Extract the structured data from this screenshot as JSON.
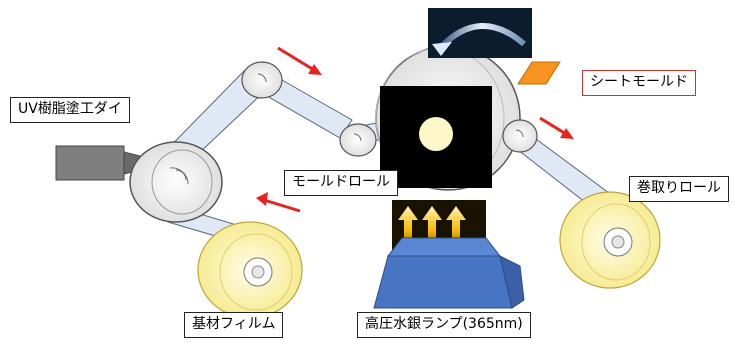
{
  "labels": {
    "uv_die": "UV樹脂塗工ダイ",
    "sheet_mold": "シートモールド",
    "mold_roll": "モールドロール",
    "winding_roll": "巻取りロール",
    "base_film": "基材フィルム",
    "lamp": "高圧水銀ランプ(365nm)"
  },
  "colors": {
    "film": "#dfe8f4",
    "roll_white": "#f3f3f3",
    "roll_yellow": "#fbf3a8",
    "lamp_base": "#4874c4",
    "die_gray": "#7f7f7f",
    "arrow_red": "#e8221c",
    "sheet_orange": "#f7931e",
    "uv_glow": "#f5b800",
    "light_spot": "#fdf6c8"
  },
  "icons": [
    "rotation-arrow-icon",
    "flow-arrow-icon",
    "uv-light-arrow-icon"
  ]
}
